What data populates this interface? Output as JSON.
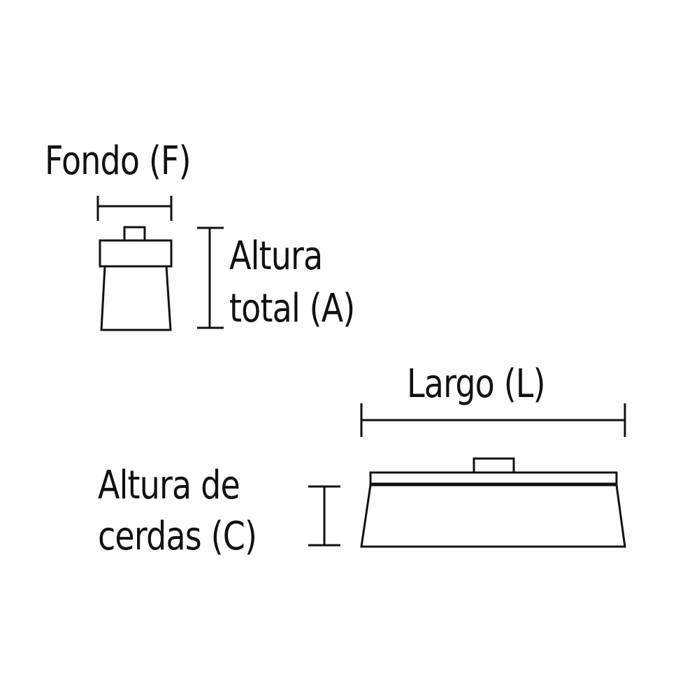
{
  "labels": {
    "fondo": "Fondo (F)",
    "altura_total_line1": "Altura",
    "altura_total_line2": "total (A)",
    "largo": "Largo (L)",
    "altura_cerdas_line1": "Altura de",
    "altura_cerdas_line2": "cerdas (C)"
  },
  "colors": {
    "stroke": "#111111",
    "background": "#ffffff"
  }
}
